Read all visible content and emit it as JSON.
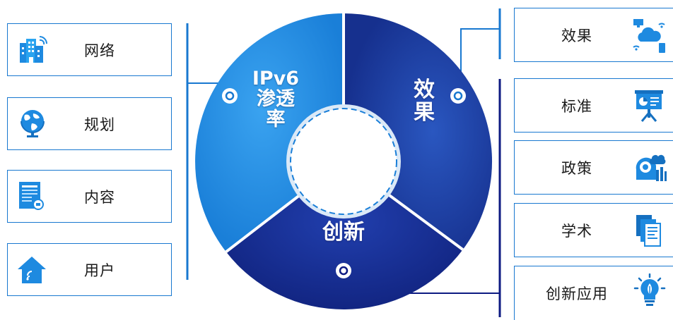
{
  "left_items": [
    {
      "label": "网络",
      "icon": "building-wifi-icon"
    },
    {
      "label": "规划",
      "icon": "globe-icon"
    },
    {
      "label": "内容",
      "icon": "document-icon"
    },
    {
      "label": "用户",
      "icon": "home-wifi-icon"
    }
  ],
  "right_items": [
    {
      "label": "效果",
      "icon": "cloud-network-icon"
    },
    {
      "label": "标准",
      "icon": "presentation-board-icon"
    },
    {
      "label": "政策",
      "icon": "gear-head-icon"
    },
    {
      "label": "学术",
      "icon": "papers-icon"
    },
    {
      "label": "创新应用",
      "icon": "lightbulb-icon"
    }
  ],
  "wheel": {
    "segments": [
      {
        "id": "ipv6",
        "label_lines": [
          "IPv6",
          "渗透",
          "率"
        ]
      },
      {
        "id": "effect",
        "label_lines": [
          "效",
          "果"
        ]
      },
      {
        "id": "innovation",
        "label_lines": [
          "创新"
        ]
      }
    ]
  },
  "colors": {
    "accent_blue": "#1878d0",
    "light_blue_segment": "#1f8ee6",
    "dark_blue_segment": "#16308e",
    "navy_line": "#0d1a82"
  }
}
